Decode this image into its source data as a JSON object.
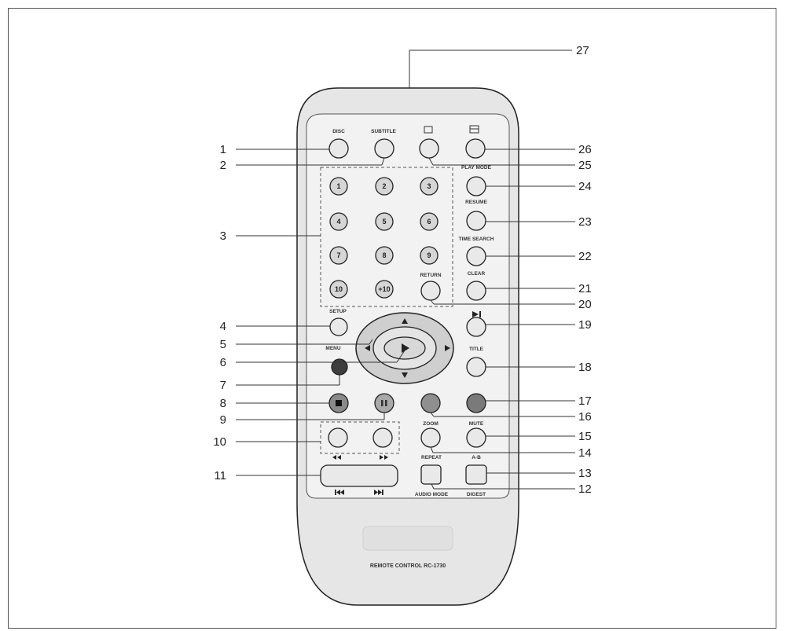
{
  "figure": {
    "remote_caption": "REMOTE CONTROL RC-1730",
    "labels": {
      "disc": "DISC",
      "subtitle": "SUBTITLE",
      "play_mode": "PLAY MODE",
      "resume": "RESUME",
      "time_search": "TIME SEARCH",
      "return": "RETURN",
      "clear": "CLEAR",
      "setup": "SETUP",
      "menu": "MENU",
      "title": "TITLE",
      "zoom": "ZOOM",
      "mute": "MUTE",
      "repeat": "REPEAT",
      "ab": "A-B",
      "audio_mode": "AUDIO MODE",
      "digest": "DIGEST"
    },
    "number_keys": [
      "1",
      "2",
      "3",
      "4",
      "5",
      "6",
      "7",
      "8",
      "9",
      "10",
      "+10"
    ],
    "left_callouts": [
      "1",
      "2",
      "3",
      "4",
      "5",
      "6",
      "7",
      "8",
      "9",
      "10",
      "11"
    ],
    "right_callouts": [
      "27",
      "26",
      "25",
      "24",
      "23",
      "22",
      "21",
      "20",
      "19",
      "18",
      "17",
      "16",
      "15",
      "14",
      "13",
      "12"
    ]
  }
}
